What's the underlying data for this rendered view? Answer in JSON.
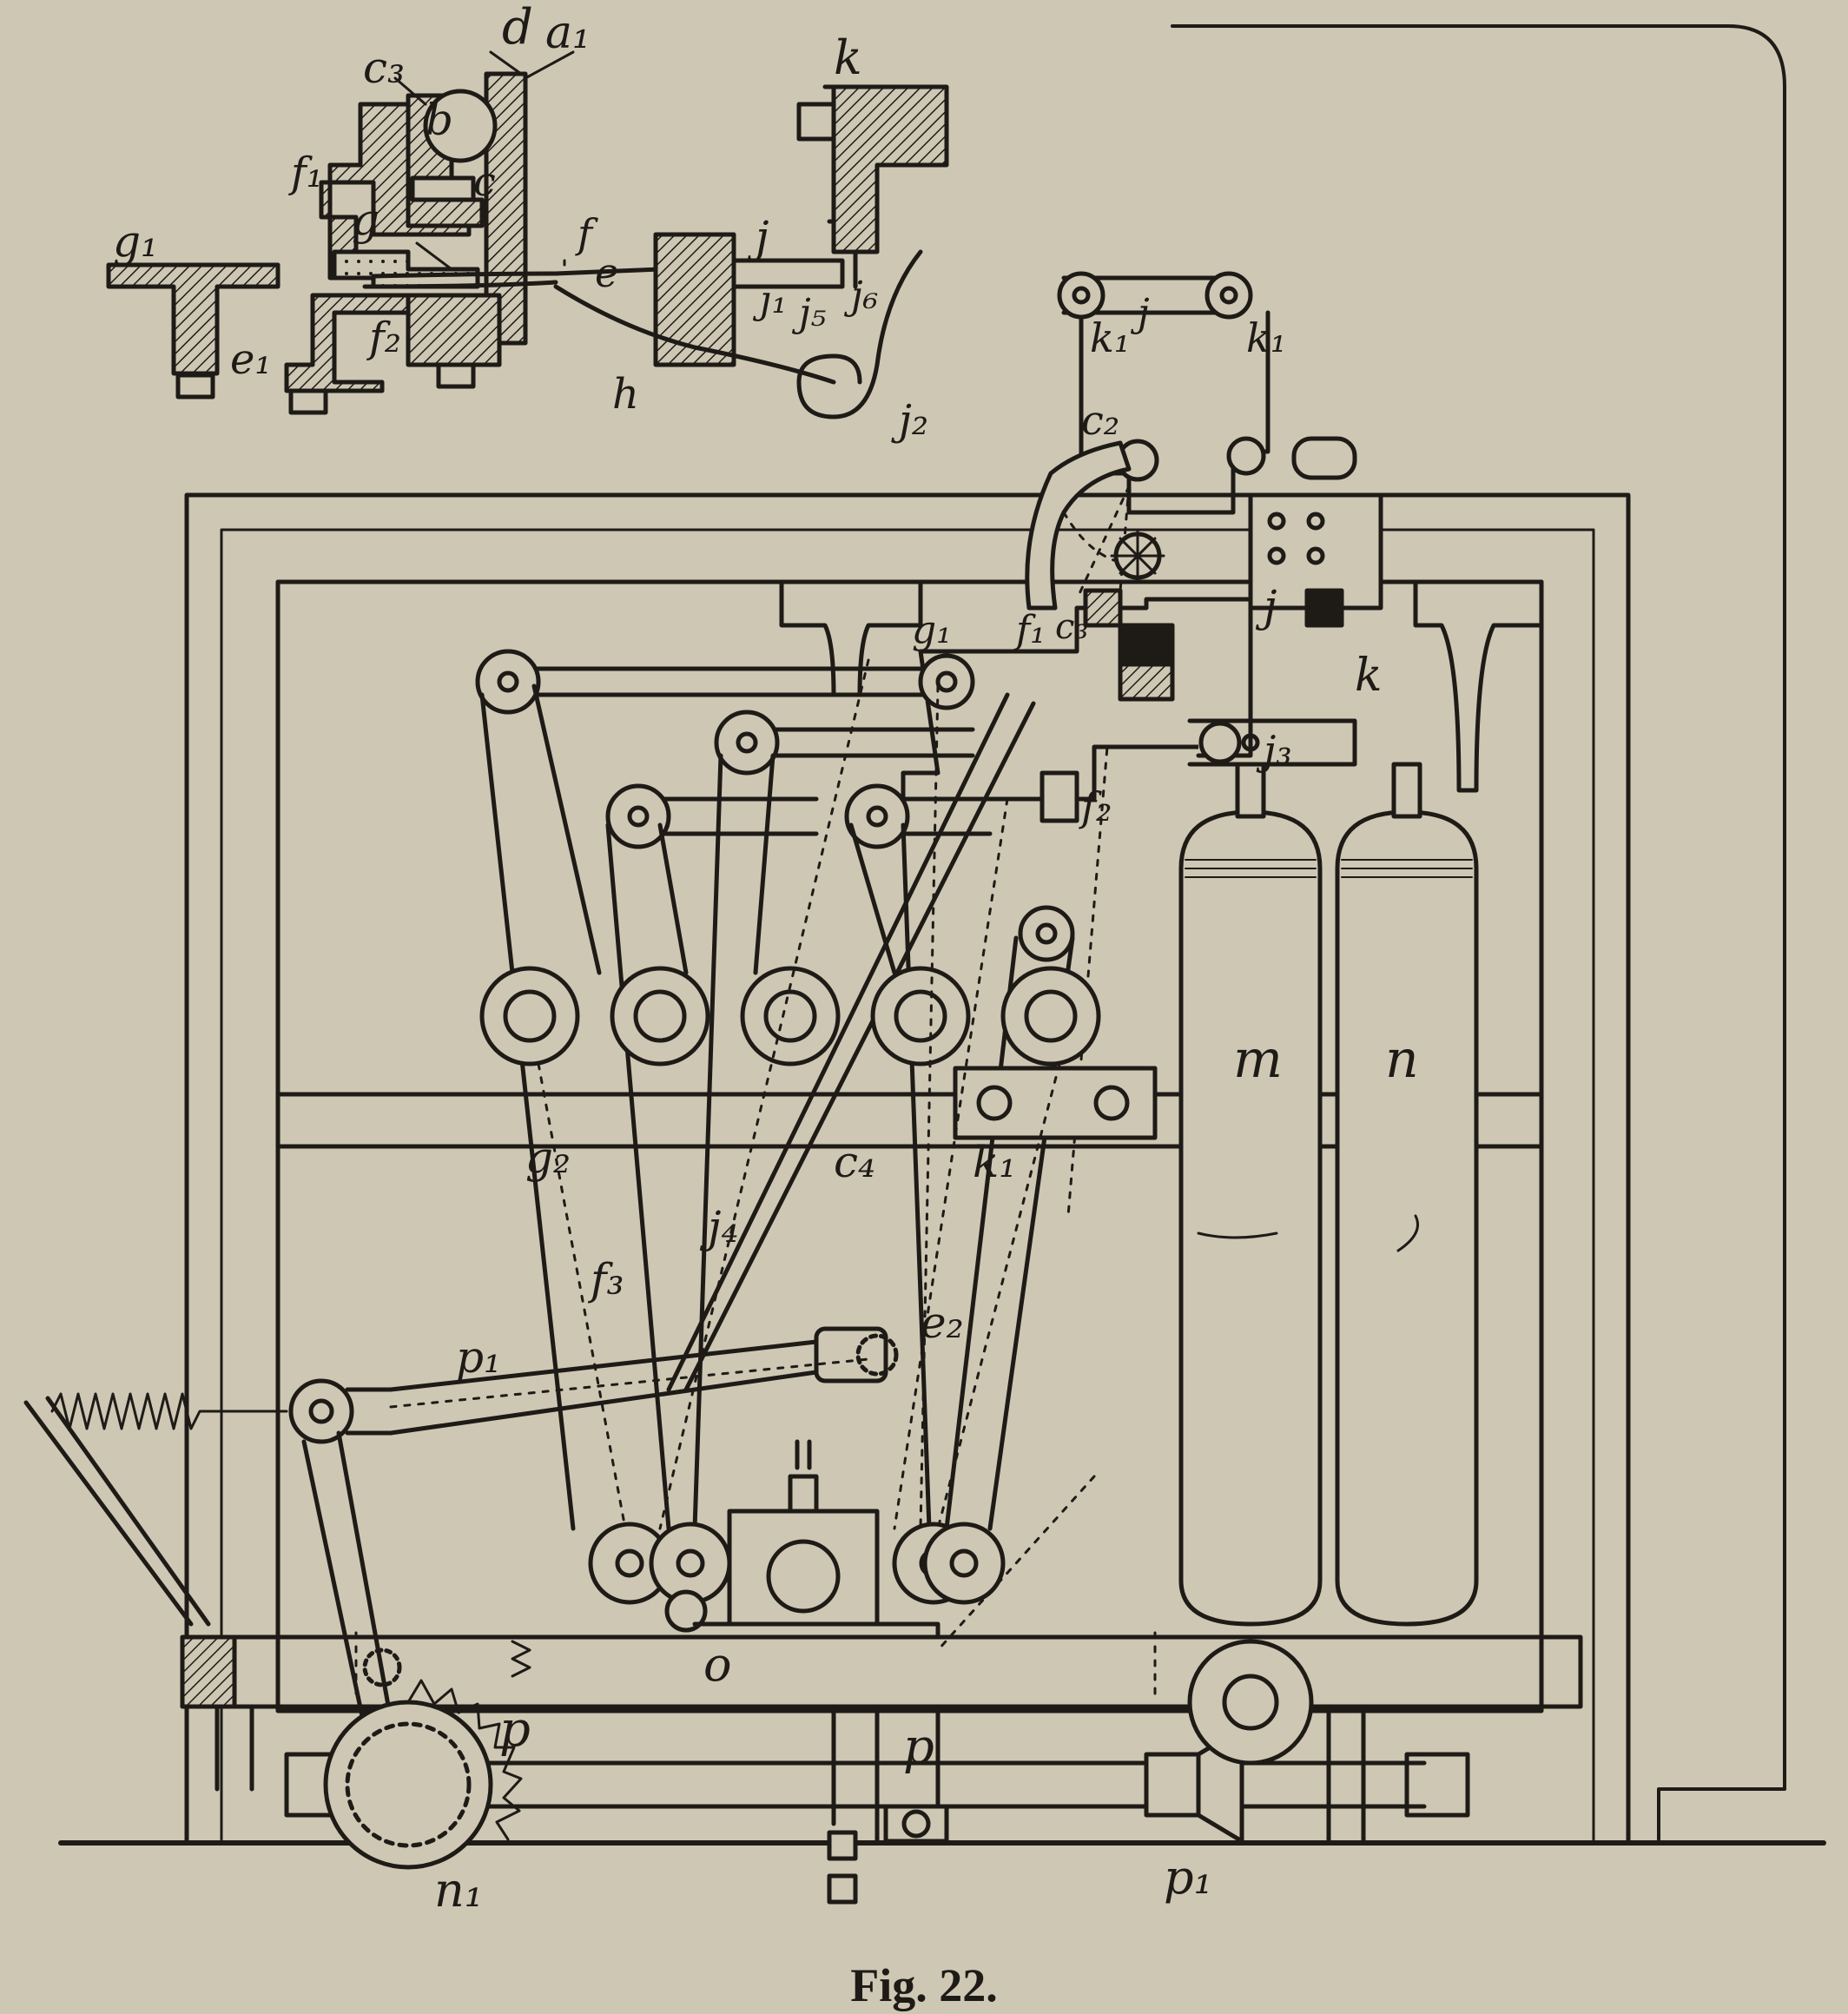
{
  "caption": "Fig. 22.",
  "labels": {
    "d": "d",
    "a1": "a₁",
    "c3": "c₃",
    "b": "b",
    "f1_top": "f₁",
    "c": "c",
    "g": "g",
    "f": "f",
    "g1_top": "g₁",
    "e": "e",
    "f2_top": "f₂",
    "e1": "e₁",
    "h": "h",
    "k_top": "k",
    "j_top": "j",
    "j1": "j₁",
    "j5": "j₅",
    "j6": "j₆",
    "j2": "j₂",
    "k1_a": "k₁",
    "k1_b": "k₁",
    "j_link": "j",
    "c2": "c₂",
    "f1_main": "f₁",
    "g1_main": "g₁",
    "c3_main": "c₃",
    "k": "k",
    "j_main": "j",
    "f2_main": "f₂",
    "j3": "j₃",
    "m": "m",
    "n": "n",
    "g2": "g₂",
    "c4": "c₄",
    "k1_lower": "k₁",
    "j4": "j₄",
    "f3": "f₃",
    "p1": "p₁",
    "e2": "e₂",
    "o": "o",
    "p_left": "p",
    "p_mid": "p",
    "p1_bottom": "p₁",
    "n1": "n₁"
  }
}
